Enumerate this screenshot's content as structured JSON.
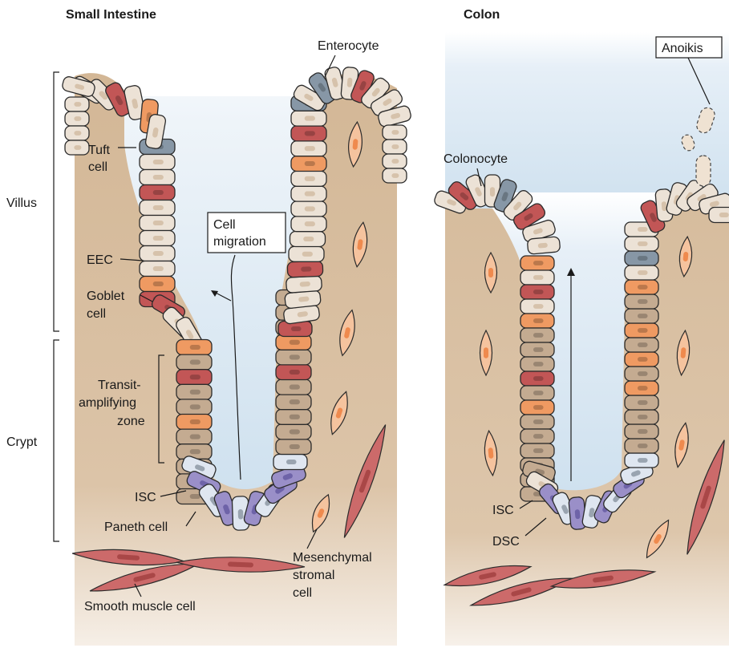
{
  "panels": {
    "small_intestine": {
      "title": "Small Intestine",
      "labels": {
        "enterocyte": "Enterocyte",
        "tuft_cell": [
          "Tuft",
          "cell"
        ],
        "eec": "EEC",
        "goblet_cell": [
          "Goblet",
          "cell"
        ],
        "cell_migration": [
          "Cell",
          "migration"
        ],
        "transit_amplifying_zone": [
          "Transit-",
          "amplifying",
          "zone"
        ],
        "isc": "ISC",
        "paneth_cell": "Paneth cell",
        "mesenchymal_stromal_cell": [
          "Mesenchymal",
          "stromal",
          "cell"
        ],
        "smooth_muscle_cell": "Smooth muscle cell"
      },
      "bracket_labels": {
        "villus": "Villus",
        "crypt": "Crypt"
      }
    },
    "colon": {
      "title": "Colon",
      "labels": {
        "anoikis": "Anoikis",
        "colonocyte": "Colonocyte",
        "isc": "ISC",
        "dsc": "DSC"
      }
    }
  },
  "colors": {
    "enterocyte": "#ece2d6",
    "goblet": "#c25656",
    "eec": "#ef9a62",
    "tuft": "#8797a6",
    "ta_cell": "#c4ab91",
    "isc": "#9a8fc8",
    "paneth": "#dfe6f0",
    "stroma": "#d8bc9c",
    "lumen": "#d6e6f2",
    "muscle": "#cc6a6a",
    "fibroblast": "#f5c39e"
  }
}
